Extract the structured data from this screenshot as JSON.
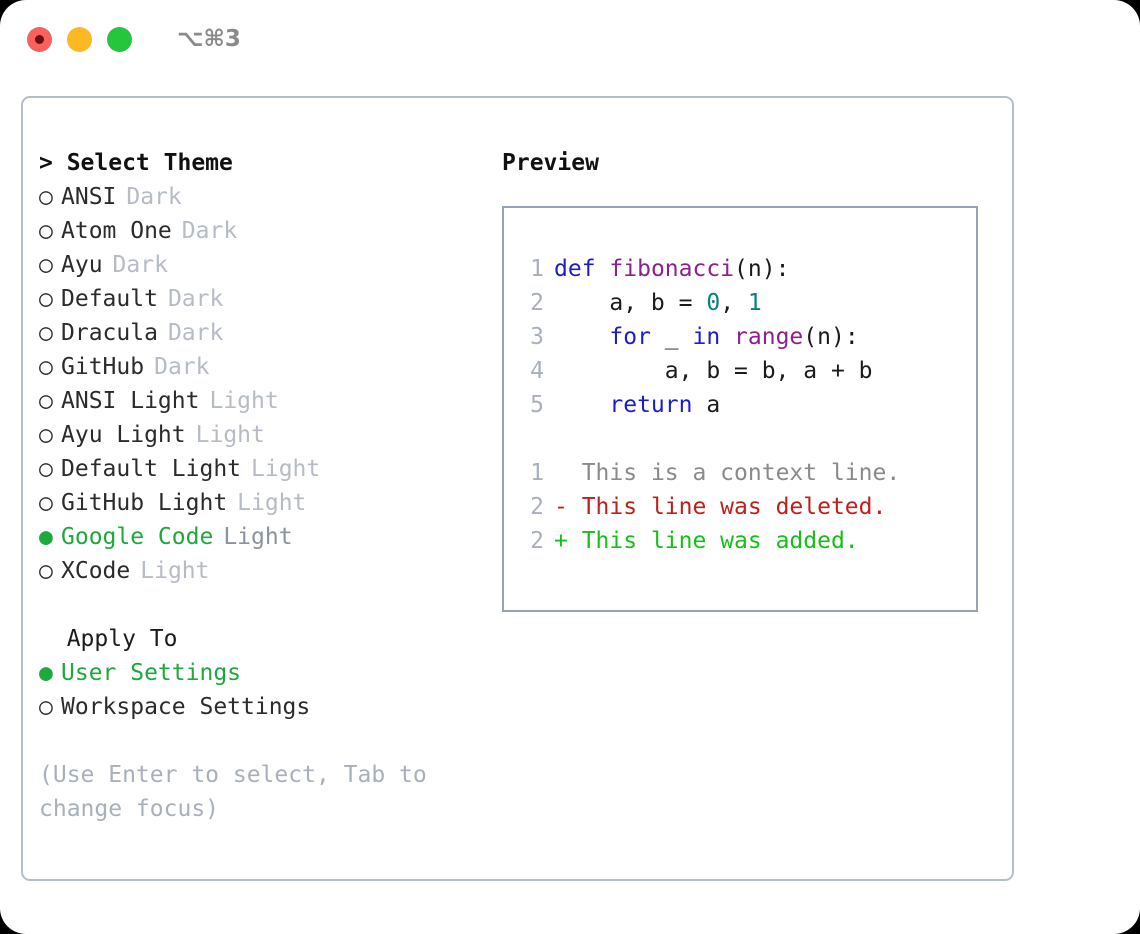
{
  "titlebar": {
    "shortcut": "⌥⌘3",
    "lights": [
      {
        "name": "close",
        "color": "#f9615c"
      },
      {
        "name": "minimize",
        "color": "#fcb924"
      },
      {
        "name": "maximize",
        "color": "#25c63c"
      }
    ]
  },
  "theme_picker": {
    "header": "> Select Theme",
    "selected_bullet": "●",
    "unselected_bullet": "○",
    "items": [
      {
        "bullet": "○",
        "name": "ANSI",
        "tag": "Dark",
        "selected": false
      },
      {
        "bullet": "○",
        "name": "Atom One",
        "tag": "Dark",
        "selected": false
      },
      {
        "bullet": "○",
        "name": "Ayu",
        "tag": "Dark",
        "selected": false
      },
      {
        "bullet": "○",
        "name": "Default",
        "tag": "Dark",
        "selected": false
      },
      {
        "bullet": "○",
        "name": "Dracula",
        "tag": "Dark",
        "selected": false
      },
      {
        "bullet": "○",
        "name": "GitHub",
        "tag": "Dark",
        "selected": false
      },
      {
        "bullet": "○",
        "name": "ANSI Light",
        "tag": "Light",
        "selected": false
      },
      {
        "bullet": "○",
        "name": "Ayu Light",
        "tag": "Light",
        "selected": false
      },
      {
        "bullet": "○",
        "name": "Default Light",
        "tag": "Light",
        "selected": false
      },
      {
        "bullet": "○",
        "name": "GitHub Light",
        "tag": "Light",
        "selected": false
      },
      {
        "bullet": "●",
        "name": "Google Code",
        "tag": "Light",
        "selected": true
      },
      {
        "bullet": "○",
        "name": "XCode",
        "tag": "Light",
        "selected": false
      }
    ]
  },
  "apply_to": {
    "header": "  Apply To",
    "items": [
      {
        "bullet": "●",
        "name": "User Settings",
        "selected": true
      },
      {
        "bullet": "○",
        "name": "Workspace Settings",
        "selected": false
      }
    ]
  },
  "hint": "(Use Enter to select, Tab to change focus)",
  "preview": {
    "title": "Preview",
    "code_lines": [
      {
        "n": "1",
        "tokens": [
          {
            "t": "def",
            "c": "kw"
          },
          {
            "t": " ",
            "c": "pln"
          },
          {
            "t": "fibonacci",
            "c": "fn"
          },
          {
            "t": "(n):",
            "c": "pln"
          }
        ]
      },
      {
        "n": "2",
        "tokens": [
          {
            "t": "    a, b = ",
            "c": "pln"
          },
          {
            "t": "0",
            "c": "num"
          },
          {
            "t": ", ",
            "c": "pln"
          },
          {
            "t": "1",
            "c": "num"
          }
        ]
      },
      {
        "n": "3",
        "tokens": [
          {
            "t": "    ",
            "c": "pln"
          },
          {
            "t": "for",
            "c": "kw"
          },
          {
            "t": " _ ",
            "c": "pln"
          },
          {
            "t": "in",
            "c": "kw"
          },
          {
            "t": " ",
            "c": "pln"
          },
          {
            "t": "range",
            "c": "fn"
          },
          {
            "t": "(n):",
            "c": "pln"
          }
        ]
      },
      {
        "n": "4",
        "tokens": [
          {
            "t": "        a, b = b, a + b",
            "c": "pln"
          }
        ]
      },
      {
        "n": "5",
        "tokens": [
          {
            "t": "    ",
            "c": "pln"
          },
          {
            "t": "return",
            "c": "kw"
          },
          {
            "t": " a",
            "c": "pln"
          }
        ]
      }
    ],
    "diff_lines": [
      {
        "n": "1",
        "marker": " ",
        "text": " This is a context line.",
        "kind": "ctx"
      },
      {
        "n": "2",
        "marker": "-",
        "text": " This line was deleted.",
        "kind": "del"
      },
      {
        "n": "2",
        "marker": "+",
        "text": " This line was added.",
        "kind": "add"
      }
    ]
  },
  "colors": {
    "accent_green": "#1fa83c",
    "muted_tag": "#b6bcc6",
    "selected_tag": "#8a93a0",
    "hint_text": "#a8b0bd",
    "card_border": "#b5bdc9",
    "preview_border": "#97a3b4",
    "line_number": "#a8b0bc",
    "keyword": "#1c1ccc",
    "function": "#8f1f8f",
    "number": "#0a7f7f",
    "plain": "#1b1b1b",
    "diff_context": "#8a8a8a",
    "diff_deleted": "#c0201a",
    "diff_added": "#17c017"
  }
}
